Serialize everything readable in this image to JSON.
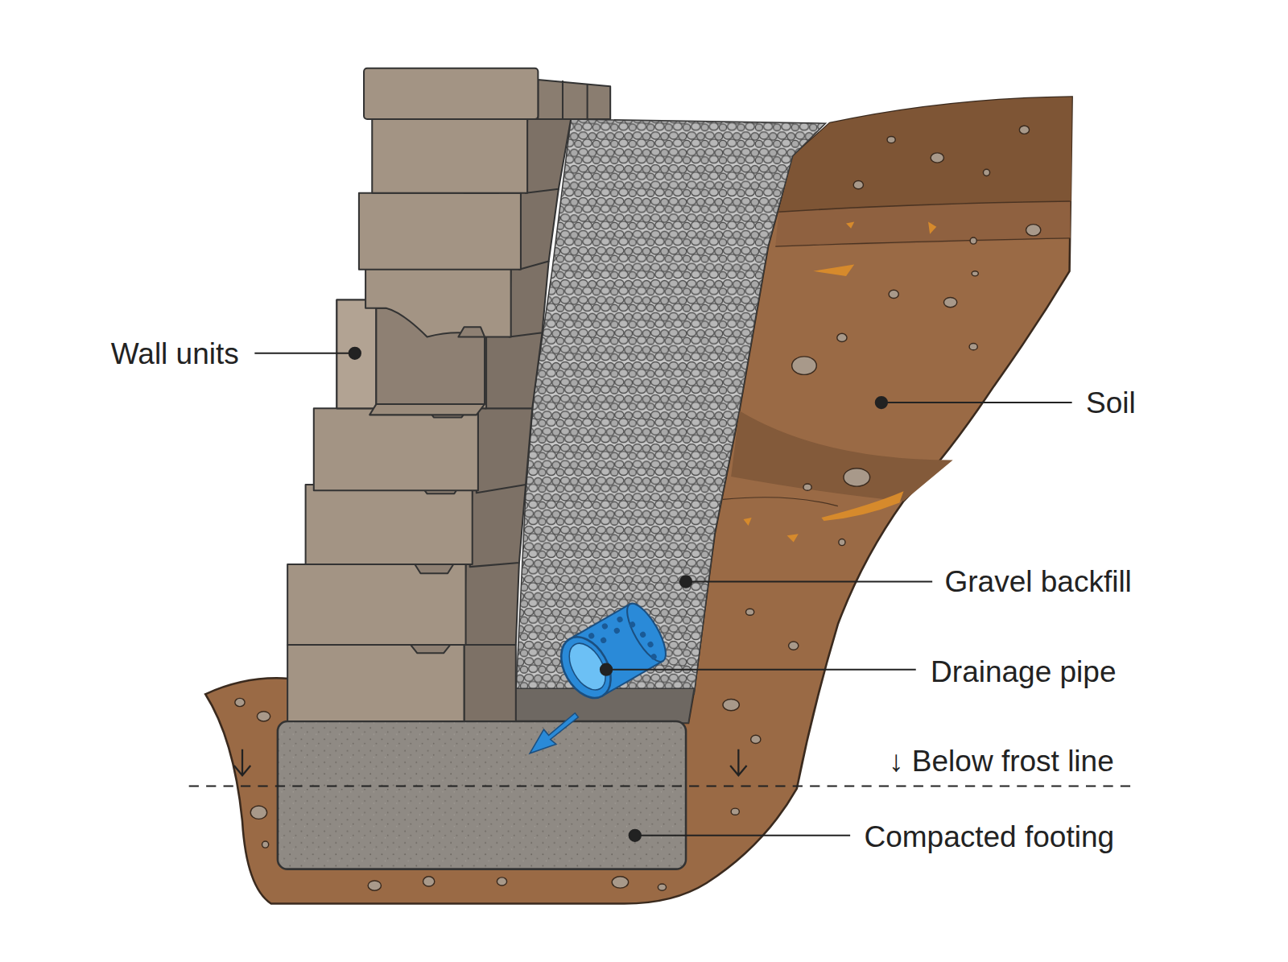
{
  "diagram": {
    "labels": [
      "Wall units",
      "Soil",
      "Gravel backfill",
      "Drainage pipe",
      "↓ Below frost line",
      "Compacted footing"
    ]
  }
}
